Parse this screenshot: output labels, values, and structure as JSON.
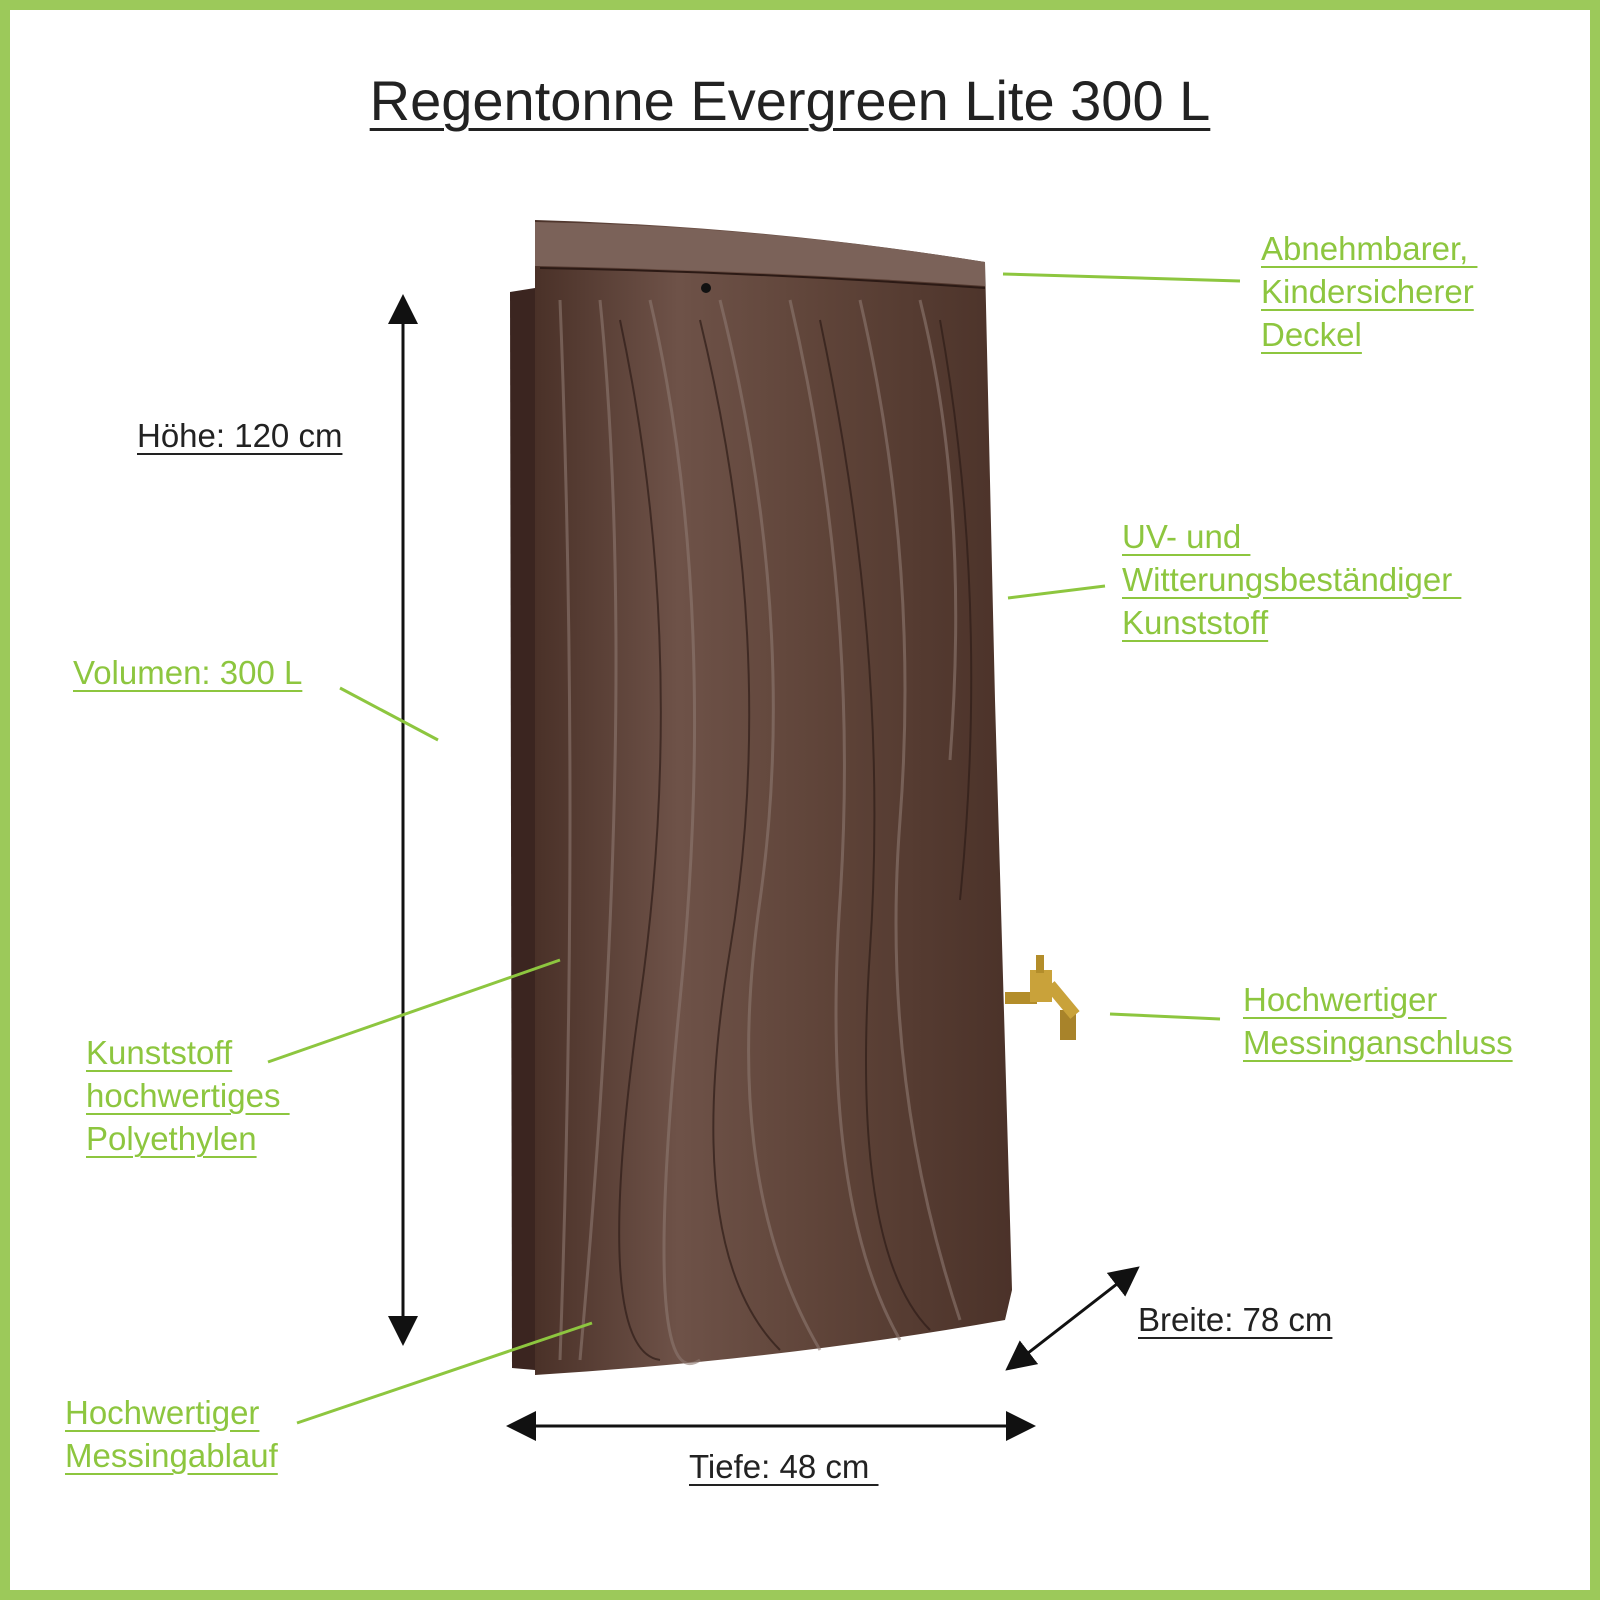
{
  "title": "Regentonne Evergreen Lite 300 L",
  "colors": {
    "accent": "#8dc63f",
    "border": "#9cc95a",
    "text": "#222222",
    "barrel": "#5e443a"
  },
  "dimensions": {
    "height": "Höhe: 120 cm",
    "width": "Breite: 78 cm",
    "depth": "Tiefe: 48 cm "
  },
  "features": {
    "lid": [
      "Abnehmbarer, ",
      "Kindersicherer",
      "Deckel"
    ],
    "uv": [
      "UV- und ",
      "Witterungsbeständiger ",
      "Kunststoff"
    ],
    "volume": [
      "Volumen: 300 L"
    ],
    "material": [
      "Kunststoff",
      "hochwertiges ",
      "Polyethylen"
    ],
    "tap": [
      "Hochwertiger ",
      "Messinganschluss"
    ],
    "drain": [
      "Hochwertiger",
      "Messingablauf"
    ]
  }
}
